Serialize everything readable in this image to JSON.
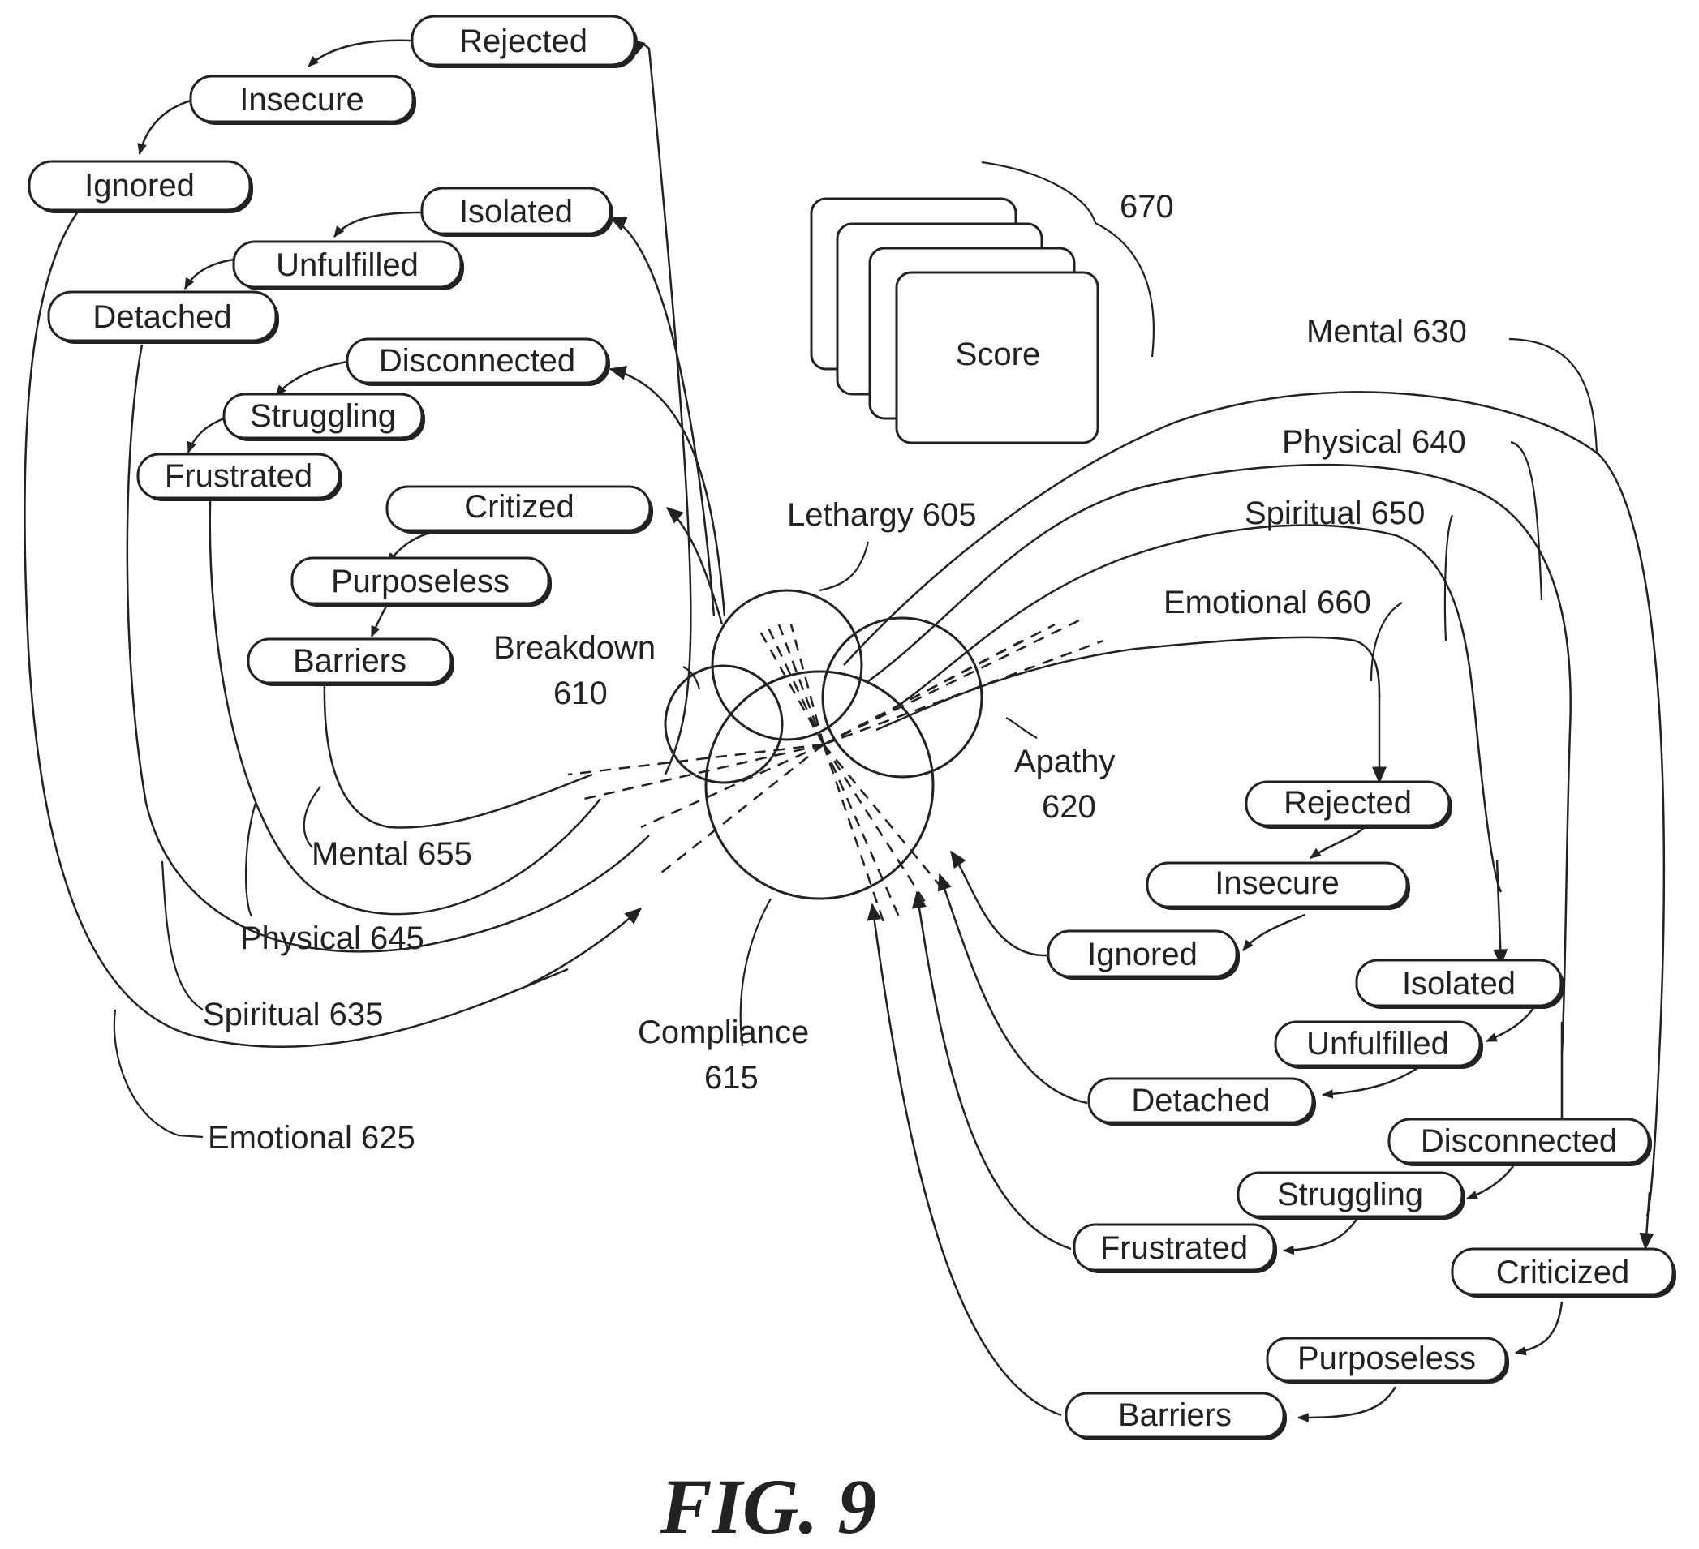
{
  "stems": {
    "left": {
      "emotional": [
        "Rejected",
        "Insecure",
        "Ignored"
      ],
      "spiritual": [
        "Isolated",
        "Unfulfilled",
        "Detached"
      ],
      "physical": [
        "Disconnected",
        "Struggling",
        "Frustrated"
      ],
      "mental": [
        "Critized",
        "Purposeless",
        "Barriers"
      ]
    },
    "right": {
      "emotional": [
        "Rejected",
        "Insecure",
        "Ignored"
      ],
      "spiritual": [
        "Isolated",
        "Unfulfilled",
        "Detached"
      ],
      "physical": [
        "Disconnected",
        "Struggling",
        "Frustrated"
      ],
      "mental": [
        "Criticized",
        "Purposeless",
        "Barriers"
      ]
    }
  },
  "circles": {
    "lethargy": "Lethargy 605",
    "breakdown": [
      "Breakdown",
      "610"
    ],
    "compliance": [
      "Compliance",
      "615"
    ],
    "apathy": [
      "Apathy",
      "620"
    ]
  },
  "labels": {
    "emotional_625": "Emotional 625",
    "spiritual_635": "Spiritual 635",
    "physical_645": "Physical 645",
    "mental_655": "Mental 655",
    "mental_630": "Mental 630",
    "physical_640": "Physical 640",
    "spiritual_650": "Spiritual 650",
    "emotional_660": "Emotional 660"
  },
  "score": {
    "label": "Score",
    "ref": "670"
  },
  "caption": "FIG. 9"
}
